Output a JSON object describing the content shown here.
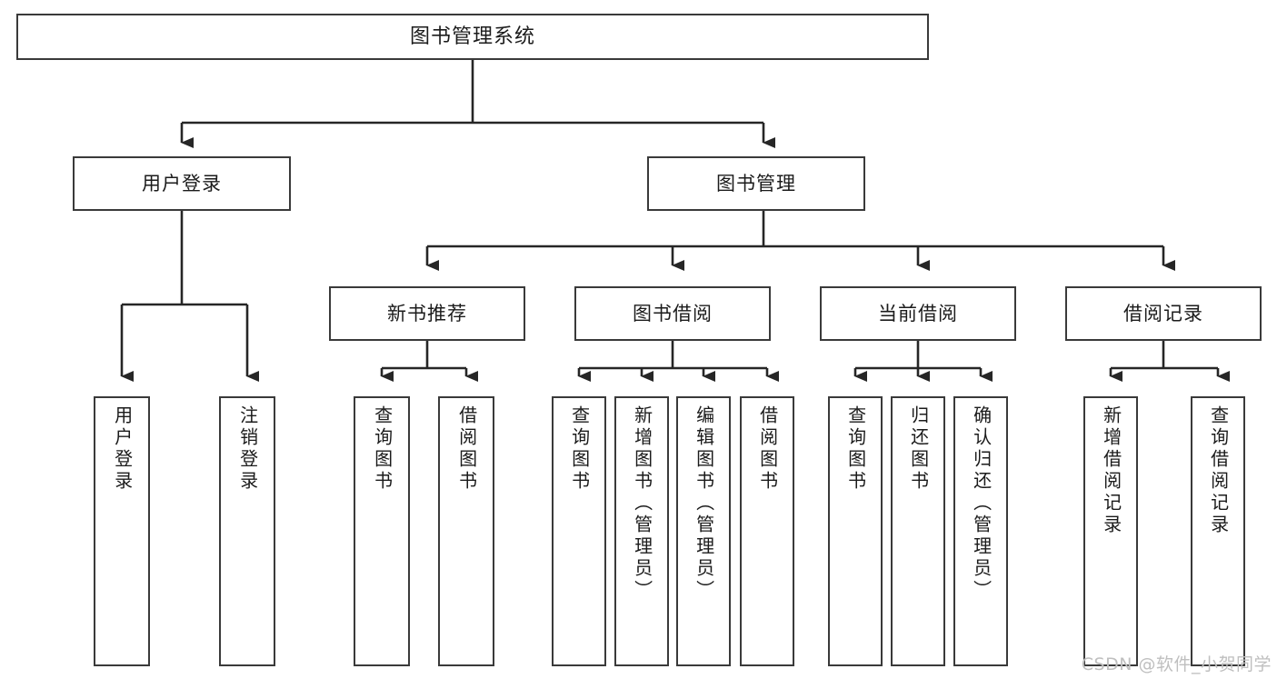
{
  "diagram": {
    "title": "图书管理系统",
    "type": "tree",
    "orientation": "top-down",
    "colors": {
      "node_border": "#3a3a3a",
      "node_fill": "#ffffff",
      "link": "#262626",
      "text": "#1b1b1b",
      "watermark": "#bfbfbf"
    },
    "root": {
      "label": "图书管理系统"
    },
    "level1": [
      {
        "label": "用户登录"
      },
      {
        "label": "图书管理"
      }
    ],
    "level2": [
      {
        "label": "新书推荐"
      },
      {
        "label": "图书借阅"
      },
      {
        "label": "当前借阅"
      },
      {
        "label": "借阅记录"
      }
    ],
    "leaves": {
      "user_login": [
        {
          "label": "用户登录"
        },
        {
          "label": "注销登录"
        }
      ],
      "new_book_recommend": [
        {
          "label": "查询图书"
        },
        {
          "label": "借阅图书"
        }
      ],
      "book_borrow": [
        {
          "label": "查询图书"
        },
        {
          "label": "新增图书（管理员）"
        },
        {
          "label": "编辑图书（管理员）"
        },
        {
          "label": "借阅图书"
        }
      ],
      "current_borrow": [
        {
          "label": "查询图书"
        },
        {
          "label": "归还图书"
        },
        {
          "label": "确认归还（管理员）"
        }
      ],
      "borrow_record": [
        {
          "label": "新增借阅记录"
        },
        {
          "label": "查询借阅记录"
        }
      ]
    }
  },
  "watermark": {
    "text": "CSDN @软件_小贺同学"
  }
}
